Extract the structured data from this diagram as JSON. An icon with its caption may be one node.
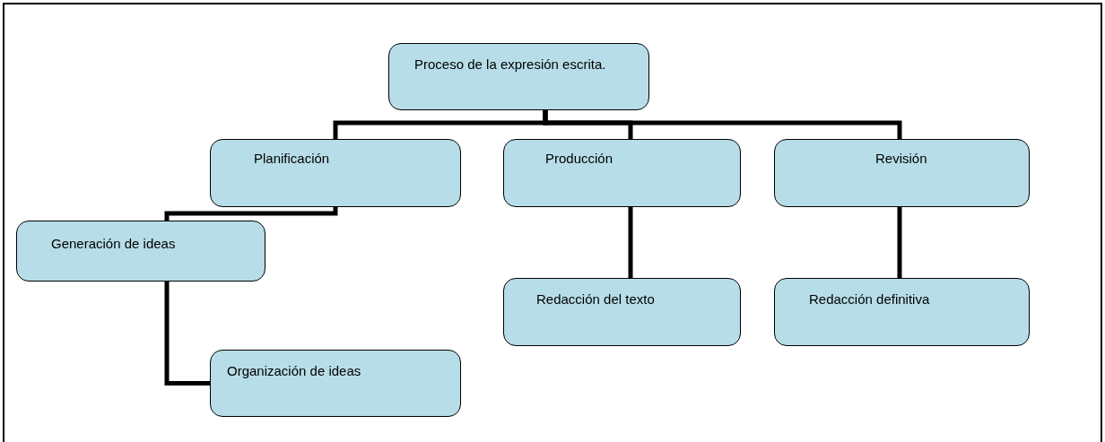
{
  "diagram": {
    "nodes": [
      {
        "text": [
          "Proceso de la expresión escrita."
        ]
      },
      {
        "text": [
          "Planificación"
        ]
      },
      {
        "text": [
          "Producción"
        ]
      },
      {
        "text": [
          "Revisión"
        ]
      },
      {
        "text": [
          "Generación de ideas"
        ]
      },
      {
        "text": [
          "Redacción del texto"
        ]
      },
      {
        "text": [
          "Redacción definitiva"
        ]
      },
      {
        "text": [
          "Organización de ideas"
        ]
      }
    ],
    "edges": [
      {
        "from": 0,
        "to": 1,
        "arrow": "none"
      },
      {
        "from": 0,
        "to": 2,
        "arrow": "none"
      },
      {
        "from": 0,
        "to": 3,
        "arrow": "none"
      },
      {
        "from": 1,
        "to": 4,
        "arrow": "none"
      },
      {
        "from": 4,
        "to": 7,
        "arrow": "none"
      },
      {
        "from": 2,
        "to": 5,
        "arrow": "none"
      },
      {
        "from": 3,
        "to": 6,
        "arrow": "none"
      }
    ]
  }
}
